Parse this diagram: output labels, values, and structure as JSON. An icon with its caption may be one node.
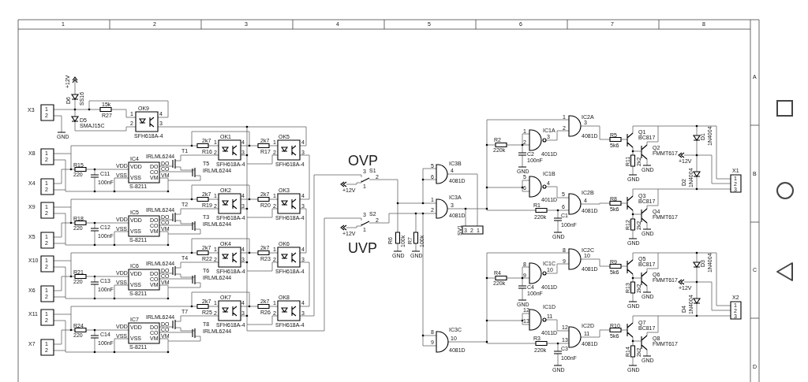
{
  "diagram": {
    "labels": [
      "1",
      "2",
      "3",
      "4",
      "5",
      "6",
      "7",
      "8",
      "A",
      "B",
      "C",
      "D",
      "X3",
      "1",
      "2",
      "+12V",
      "D6",
      "SS16",
      "D5",
      "SMAJ15C",
      "15k",
      "R27",
      "OK9",
      "1",
      "2",
      "4",
      "3",
      "GND",
      "SFH618A-4",
      "X8",
      "1",
      "2",
      "X4",
      "1",
      "2",
      "R15",
      "220",
      "C11",
      "100nF",
      "VDD",
      "VSS",
      "IC4",
      "VDD",
      "DO",
      "CO",
      "VSS",
      "VM",
      "S-8211",
      "DO",
      "CO",
      "VM",
      "IRLML6244",
      "T1",
      "T5",
      "IRLML6244",
      "2k7",
      "R16",
      "OK1",
      "1",
      "2",
      "4",
      "3",
      "SFH618A-4",
      "2k7",
      "R17",
      "OK5",
      "1",
      "2",
      "4",
      "3",
      "SFH618A-4",
      "X9",
      "1",
      "2",
      "X5",
      "1",
      "2",
      "R18",
      "220",
      "C12",
      "100nF",
      "VDD",
      "VSS",
      "IC5",
      "VDD",
      "DO",
      "CO",
      "VSS",
      "VM",
      "S-8211",
      "DO",
      "CO",
      "VM",
      "IRLML6244",
      "T2",
      "T3",
      "IRLML6244",
      "2k7",
      "R19",
      "OK2",
      "1",
      "2",
      "4",
      "3",
      "SFH618A-4",
      "2k7",
      "R20",
      "OK3",
      "1",
      "2",
      "4",
      "3",
      "SFH618A-4",
      "X10",
      "1",
      "2",
      "X6",
      "1",
      "2",
      "R21",
      "220",
      "C13",
      "100nF",
      "VDD",
      "VSS",
      "IC6",
      "VDD",
      "DO",
      "CO",
      "VSS",
      "VM",
      "S-8211",
      "DO",
      "CO",
      "VM",
      "IRLML6244",
      "T4",
      "T6",
      "IRLML6244",
      "2k7",
      "R22",
      "OK4",
      "1",
      "2",
      "4",
      "3",
      "SFH618A-4",
      "2k7",
      "R23",
      "OK6",
      "1",
      "2",
      "4",
      "3",
      "SFH618A-4",
      "X11",
      "1",
      "2",
      "X7",
      "1",
      "2",
      "R24",
      "220",
      "C14",
      "100nF",
      "VDD",
      "VSS",
      "IC7",
      "VDD",
      "DO",
      "CO",
      "VSS",
      "VM",
      "S-8211",
      "DO",
      "CO",
      "VM",
      "IRLML6244",
      "T7",
      "T8",
      "IRLML6244",
      "2k7",
      "R25",
      "OK7",
      "1",
      "2",
      "4",
      "3",
      "SFH618A-4",
      "2k7",
      "R26",
      "OK8",
      "1",
      "2",
      "4",
      "3",
      "SFH618A-4",
      "OVP",
      "3",
      "S1",
      "2",
      "1",
      "+12V",
      "3",
      "S2",
      "2",
      "1",
      "+12V",
      "UVP",
      "R6",
      "100k",
      "R7",
      "100k",
      "GND",
      "GND",
      "IC3B",
      "5",
      "6",
      "4",
      "4081D",
      "IC3A",
      "1",
      "2",
      "3",
      "4081D",
      "SV1",
      "3",
      "2",
      "1",
      "IC3C",
      "8",
      "9",
      "10",
      "4081D",
      "1",
      "IC2A",
      "2",
      "3",
      "4081D",
      "1",
      "IC1A",
      "2",
      "3",
      "4011D",
      "R2",
      "220k",
      "C2",
      "100nF",
      "GND",
      "IC1B",
      "5",
      "6",
      "4",
      "4011D",
      "IC2B",
      "5",
      "6",
      "4",
      "4081D",
      "R1",
      "220k",
      "C1",
      "100nF",
      "GND",
      "R5",
      "5k6",
      "Q1",
      "BC817",
      "Q2",
      "FMMT617",
      "R11",
      "2k2",
      "GND",
      "GND",
      "D1",
      "1N4004",
      "+12V",
      "D2",
      "1N4004",
      "X1",
      "1",
      "2",
      "3",
      "R8",
      "5k6",
      "Q3",
      "BC817",
      "Q4",
      "FMMT617",
      "R12",
      "2k2",
      "GND",
      "GND",
      "8",
      "IC2C",
      "9",
      "10",
      "4081D",
      "8",
      "IC1C",
      "9",
      "10",
      "4011D",
      "R4",
      "220k",
      "C4",
      "100nF",
      "GND",
      "IC1D",
      "12",
      "13",
      "11",
      "4011D",
      "IC2D",
      "12",
      "13",
      "11",
      "4081D",
      "R3",
      "220k",
      "C3",
      "100nF",
      "GND",
      "R9",
      "5k6",
      "Q5",
      "BC817",
      "Q6",
      "FMMT617",
      "R13",
      "2k2",
      "GND",
      "GND",
      "D3",
      "1N4004",
      "+12V",
      "D4",
      "1N4004",
      "X2",
      "1",
      "2",
      "3",
      "R10",
      "5k6",
      "Q7",
      "BC817",
      "Q8",
      "FMMT617",
      "R14",
      "2k2",
      "GND",
      "GND"
    ]
  }
}
